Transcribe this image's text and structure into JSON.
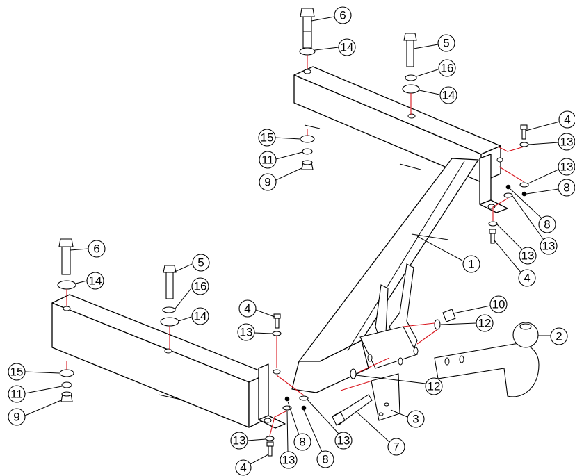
{
  "callouts": [
    {
      "id": "c6a",
      "label": "6"
    },
    {
      "id": "c14a",
      "label": "14"
    },
    {
      "id": "c5a",
      "label": "5"
    },
    {
      "id": "c16a",
      "label": "16"
    },
    {
      "id": "c14b",
      "label": "14"
    },
    {
      "id": "c4a",
      "label": "4"
    },
    {
      "id": "c13a",
      "label": "13"
    },
    {
      "id": "c13b",
      "label": "13"
    },
    {
      "id": "c8a",
      "label": "8"
    },
    {
      "id": "c8b",
      "label": "8"
    },
    {
      "id": "c13c",
      "label": "13"
    },
    {
      "id": "c13d",
      "label": "13"
    },
    {
      "id": "c4b",
      "label": "4"
    },
    {
      "id": "c15a",
      "label": "15"
    },
    {
      "id": "c11a",
      "label": "11"
    },
    {
      "id": "c9a",
      "label": "9"
    },
    {
      "id": "c1",
      "label": "1"
    },
    {
      "id": "c6b",
      "label": "6"
    },
    {
      "id": "c14c",
      "label": "14"
    },
    {
      "id": "c5b",
      "label": "5"
    },
    {
      "id": "c16b",
      "label": "16"
    },
    {
      "id": "c14d",
      "label": "14"
    },
    {
      "id": "c4c",
      "label": "4"
    },
    {
      "id": "c13e",
      "label": "13"
    },
    {
      "id": "c10",
      "label": "10"
    },
    {
      "id": "c12a",
      "label": "12"
    },
    {
      "id": "c2",
      "label": "2"
    },
    {
      "id": "c12b",
      "label": "12"
    },
    {
      "id": "c3",
      "label": "3"
    },
    {
      "id": "c7",
      "label": "7"
    },
    {
      "id": "c15b",
      "label": "15"
    },
    {
      "id": "c11b",
      "label": "11"
    },
    {
      "id": "c9b",
      "label": "9"
    },
    {
      "id": "c13f",
      "label": "13"
    },
    {
      "id": "c13g",
      "label": "13"
    },
    {
      "id": "c8c",
      "label": "8"
    },
    {
      "id": "c8d",
      "label": "8"
    },
    {
      "id": "c13h",
      "label": "13"
    },
    {
      "id": "c4d",
      "label": "4"
    }
  ]
}
